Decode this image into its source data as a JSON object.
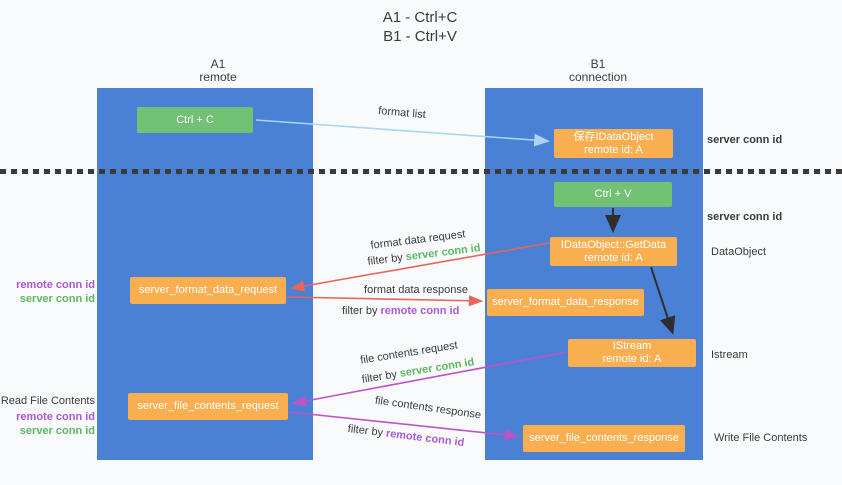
{
  "title": {
    "line1": "A1 - Ctrl+C",
    "line2": "B1 - Ctrl+V"
  },
  "columns": {
    "left": {
      "name": "A1",
      "role": "remote"
    },
    "right": {
      "name": "B1",
      "role": "connection"
    }
  },
  "nodes": {
    "ctrl_c": {
      "label": "Ctrl + C"
    },
    "save_dataobject": {
      "line1": "保存IDataObject",
      "line2": "remote id: A"
    },
    "ctrl_v": {
      "label": "Ctrl + V"
    },
    "getdata": {
      "line1": "IDataObject::GetData",
      "line2": "remote id: A"
    },
    "format_request": {
      "label": "server_format_data_request"
    },
    "format_response": {
      "label": "server_format_data_response"
    },
    "istream": {
      "line1": "IStream",
      "line2": "remote id: A"
    },
    "file_request": {
      "label": "server_file_contents_request"
    },
    "file_response": {
      "label": "server_file_contents_response"
    }
  },
  "labels": {
    "format_list": "format list",
    "format_data_request": "format data request",
    "format_data_response": "format data response",
    "file_contents_request": "file contents request",
    "file_contents_response": "file contents response",
    "filter_by": "filter by",
    "server_conn_id": "server conn id",
    "remote_conn_id": "remote conn id"
  },
  "side_left": {
    "remote_conn_id": "remote conn id",
    "server_conn_id": "server conn id",
    "read_file_contents": "Read File Contents"
  },
  "side_right": {
    "server_conn_id": "server conn id",
    "dataobject": "DataObject",
    "istream": "Istream",
    "write_file_contents": "Write File Contents"
  },
  "colors": {
    "lifeline_blue": "#4a81d5",
    "node_green": "#72c175",
    "node_orange": "#f9ae50",
    "arrow_blue": "#a9d5ef",
    "arrow_black": "#2e2e2e",
    "arrow_red": "#e8655c",
    "arrow_magenta": "#bd54c6",
    "text_green": "#5cb762",
    "text_purple": "#a95ad2",
    "divider_black": "#3b3b3b"
  }
}
